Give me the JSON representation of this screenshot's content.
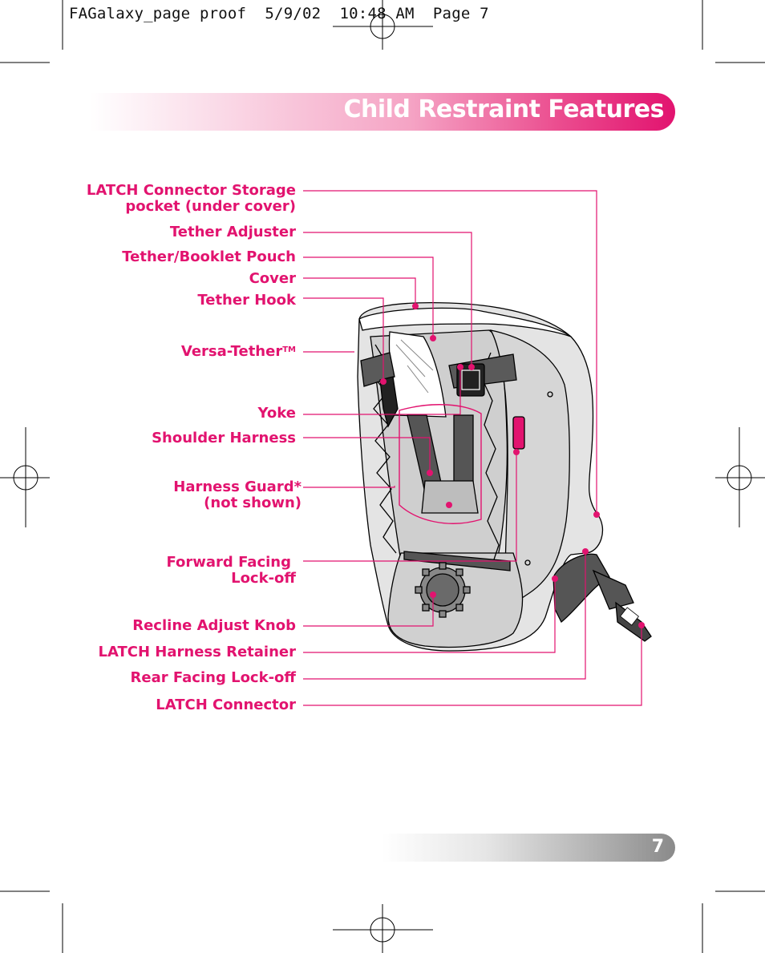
{
  "proof_header": "FAGalaxy_page proof  5/9/02  10:48 AM  Page 7",
  "title": "Child Restraint Features",
  "page_number": "7",
  "labels": {
    "latch_storage_line1": "LATCH Connector Storage",
    "latch_storage_line2": "pocket (under cover)",
    "tether_adjuster": "Tether Adjuster",
    "tether_booklet_pouch": "Tether/Booklet Pouch",
    "cover": "Cover",
    "tether_hook": "Tether Hook",
    "versa_tether": "Versa-Tether",
    "versa_tether_tm": "TM",
    "yoke": "Yoke",
    "shoulder_harness": "Shoulder Harness",
    "harness_guard_line1": "Harness Guard*",
    "harness_guard_line2": "(not shown)",
    "forward_facing_line1": "Forward Facing",
    "forward_facing_line2": "Lock-off",
    "recline_knob": "Recline Adjust Knob",
    "latch_harness_retainer": "LATCH Harness Retainer",
    "rear_facing_lockoff": "Rear Facing Lock-off",
    "latch_connector": "LATCH Connector"
  },
  "colors": {
    "accent": "#e2136f",
    "outline": "#000000",
    "strap": "#555555",
    "seat_shell": "#d9d9d9"
  }
}
